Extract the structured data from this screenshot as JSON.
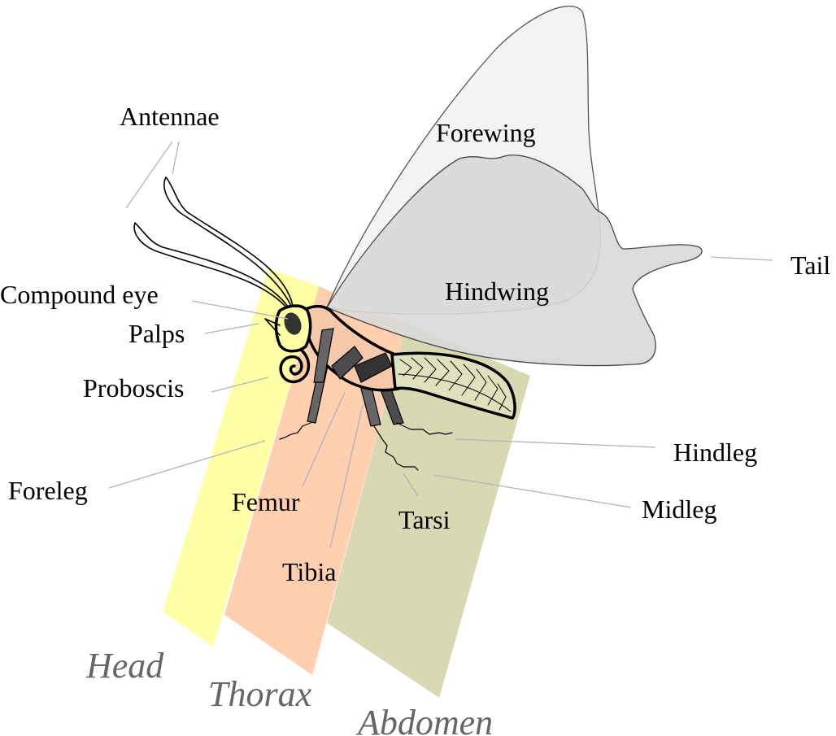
{
  "labels": {
    "antennae": "Antennae",
    "forewing": "Forewing",
    "tail": "Tail",
    "compound_eye": "Compound eye",
    "hindwing": "Hindwing",
    "palps": "Palps",
    "proboscis": "Proboscis",
    "hindleg": "Hindleg",
    "foreleg": "Foreleg",
    "femur": "Femur",
    "midleg": "Midleg",
    "tarsi": "Tarsi",
    "tibia": "Tibia"
  },
  "regions": {
    "head": "Head",
    "thorax": "Thorax",
    "abdomen": "Abdomen"
  },
  "colors": {
    "head_band": "#ffffa6",
    "thorax_band": "#ffcfb0",
    "abdomen_band": "#d8d9b2",
    "forewing": "#f2f2f2",
    "hindwing": "#d9d9d9",
    "leader_line": "#b3b3b3",
    "region_label": "#666666"
  }
}
